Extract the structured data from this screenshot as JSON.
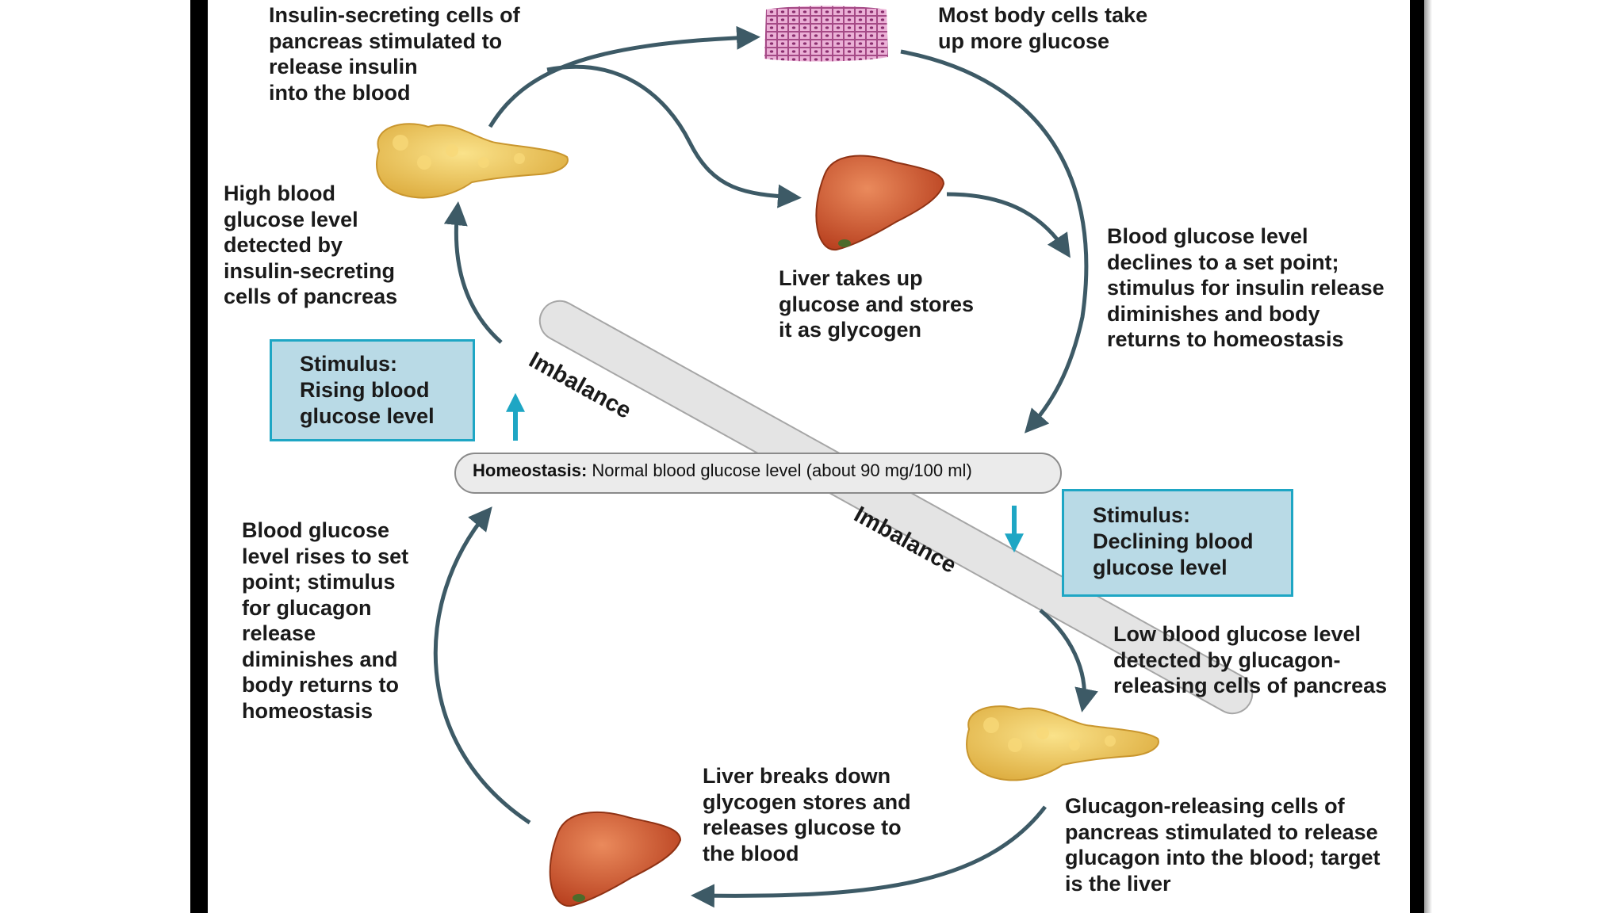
{
  "homeostasis": {
    "label": "Homeostasis:",
    "text": "Normal blood glucose level (about 90 mg/100 ml)"
  },
  "imbalance_label": "Imbalance",
  "stimulus_rising": "Stimulus:\nRising blood\nglucose level",
  "stimulus_declining": "Stimulus:\nDeclining blood\nglucose level",
  "top_cycle": {
    "high_detected": "High blood\nglucose level\ndetected by\ninsulin-secreting\ncells of pancreas",
    "insulin_release": "Insulin-secreting cells of\npancreas stimulated to\nrelease insulin\ninto the blood",
    "body_cells": "Most body cells take\nup more glucose",
    "liver_stores": "Liver takes up\nglucose and stores\nit as glycogen",
    "declines": "Blood glucose level\ndeclines to a set point;\nstimulus for insulin release\ndiminishes and body\nreturns to homeostasis"
  },
  "bottom_cycle": {
    "low_detected": "Low blood glucose level\ndetected by glucagon-\nreleasing cells of pancreas",
    "glucagon_release": "Glucagon-releasing cells of\npancreas stimulated to release\nglucagon into the blood; target\nis the liver",
    "liver_breaks": "Liver breaks down\nglycogen stores and\nreleases glucose to\nthe blood",
    "rises": "Blood glucose\nlevel rises to set\npoint; stimulus\nfor glucagon\nrelease\ndiminishes and\nbody returns to\nhomeostasis"
  },
  "colors": {
    "arrow": "#3d5a66",
    "stimulus_arrow": "#1ea6c4",
    "stimulus_fill": "#b9dae6",
    "liver": "#c9502c",
    "pancreas": "#f0c850",
    "cells": "#e79ac9"
  }
}
